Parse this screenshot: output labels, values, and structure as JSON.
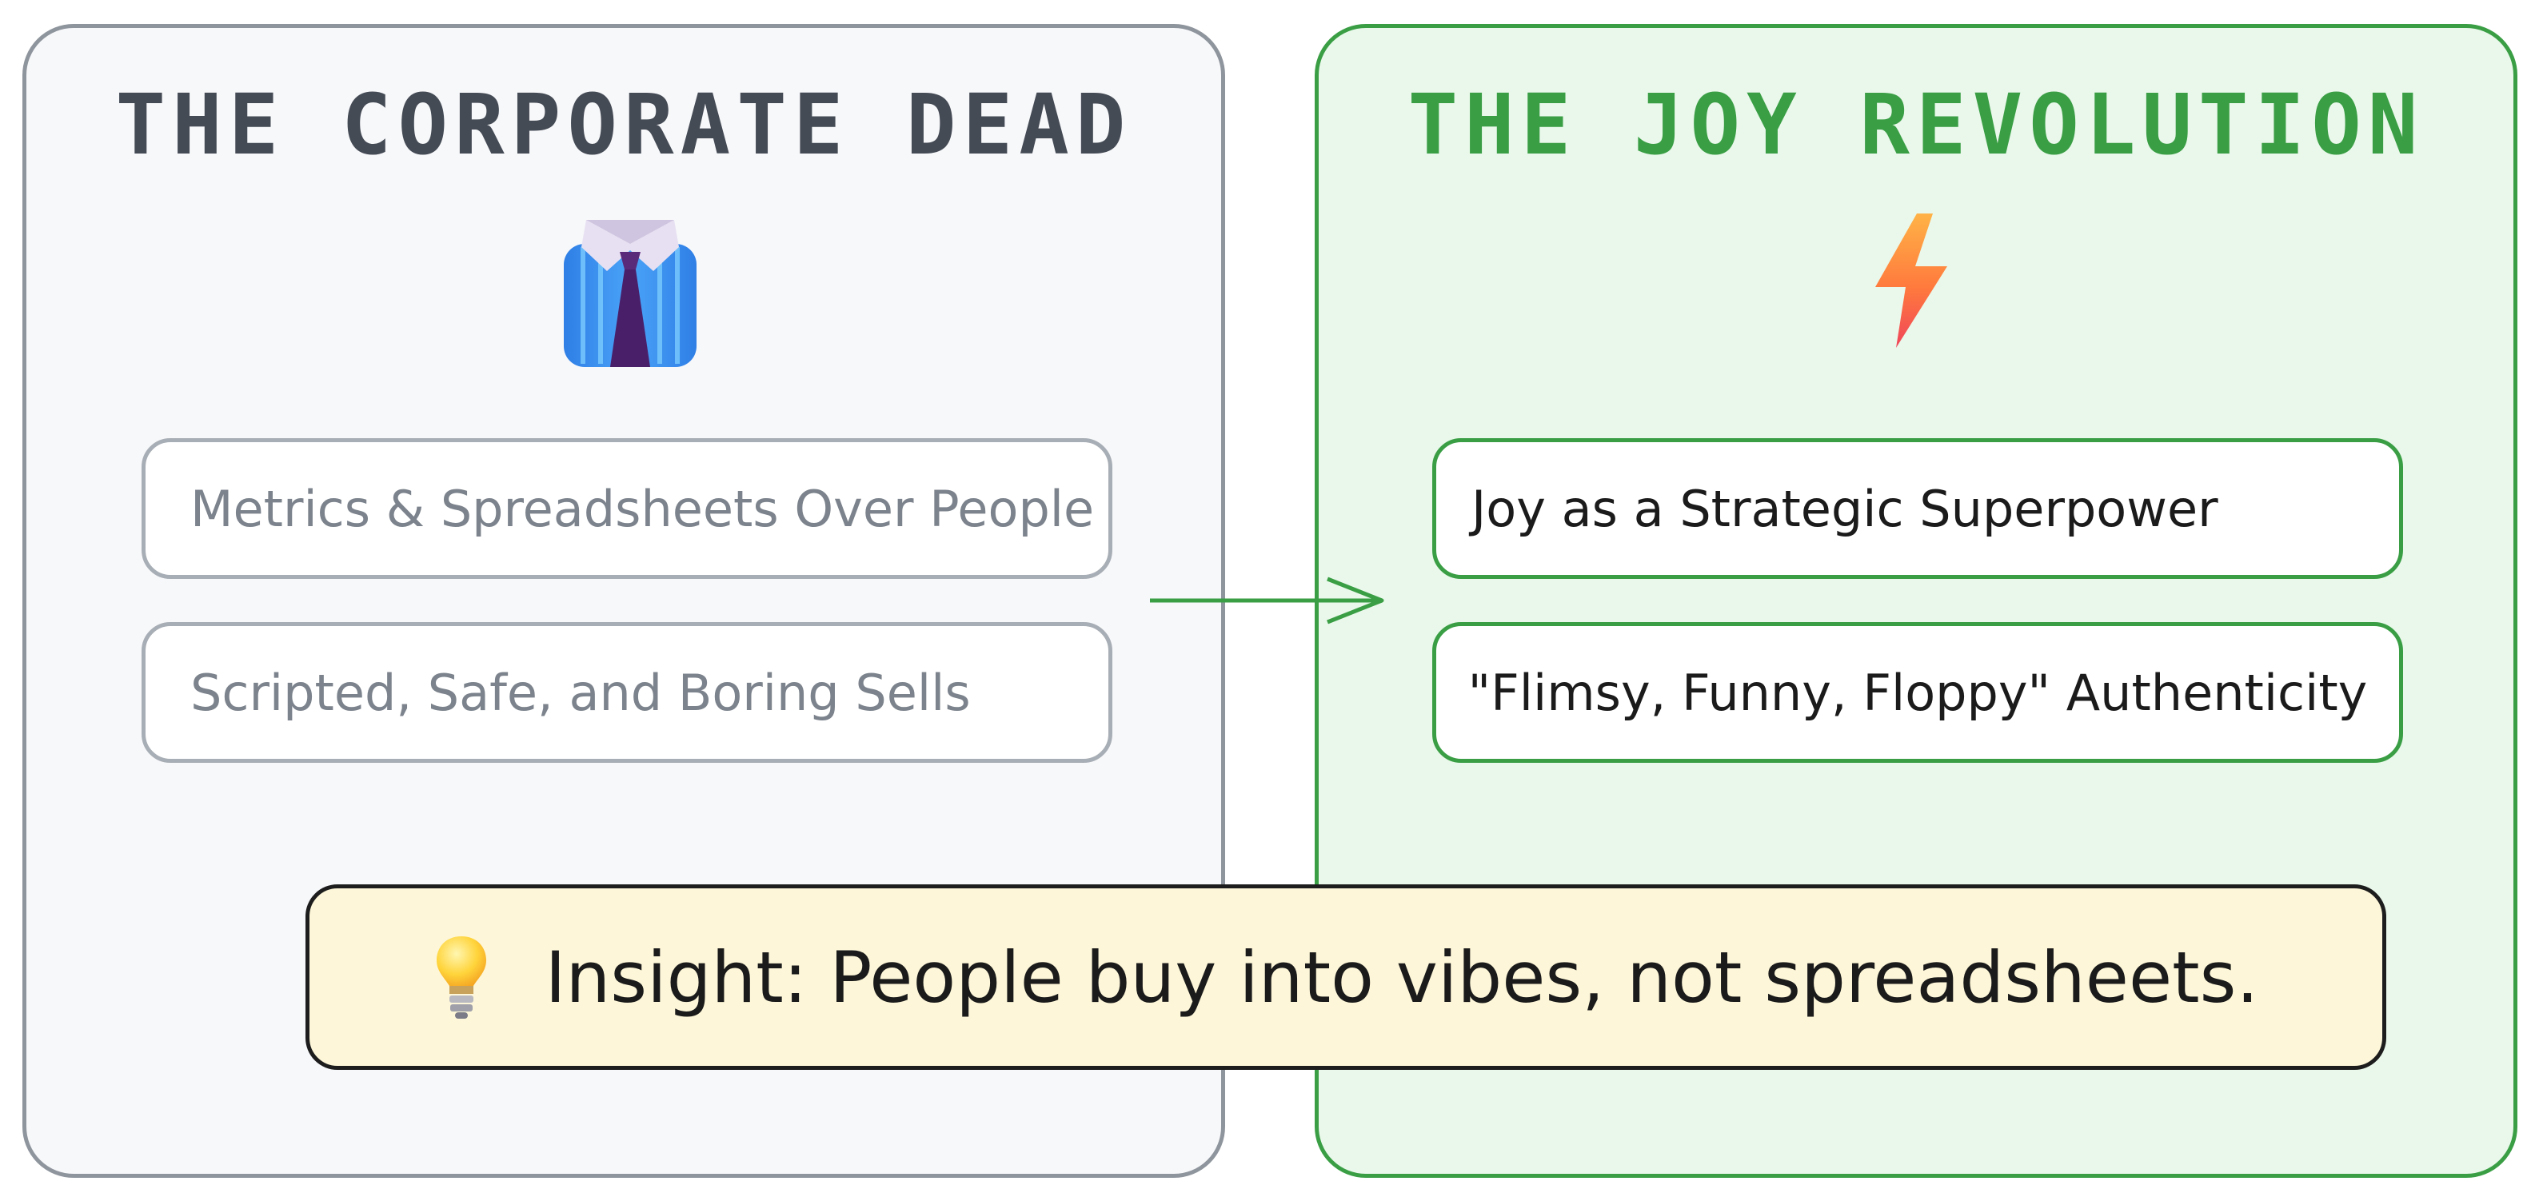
{
  "left_panel": {
    "title": "THE CORPORATE DEAD",
    "icon": "shirt-and-tie-icon",
    "items": [
      "Metrics & Spreadsheets Over People",
      "Scripted, Safe, and Boring Sells"
    ]
  },
  "right_panel": {
    "title": "THE JOY REVOLUTION",
    "icon": "lightning-bolt-icon",
    "items": [
      "Joy as a Strategic Superpower",
      "\"Flimsy, Funny, Floppy\" Authenticity"
    ]
  },
  "connector": {
    "icon": "right-arrow-icon"
  },
  "insight": {
    "icon": "light-bulb-icon",
    "text": "Insight: People buy into vibes, not spreadsheets."
  },
  "colors": {
    "left_border": "#8f959d",
    "left_fill": "#f7f8fa",
    "right_border": "#3a9e45",
    "right_fill": "#e9f8ea",
    "insight_fill": "#fdf6d8"
  }
}
